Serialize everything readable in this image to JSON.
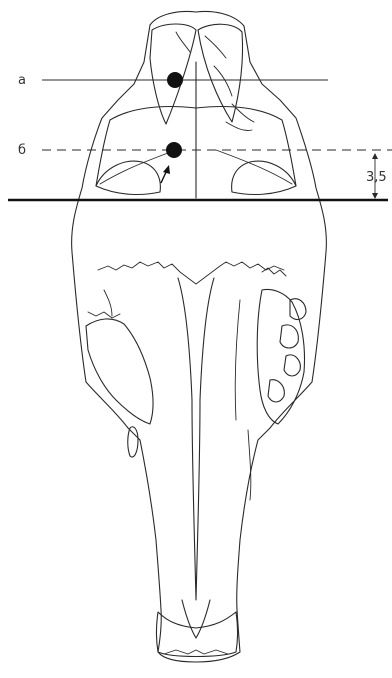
{
  "labels": {
    "line_a": "а",
    "line_b": "б",
    "distance": "3,5"
  },
  "colors": {
    "ink": "#2a2a2a",
    "background": "#ffffff"
  }
}
